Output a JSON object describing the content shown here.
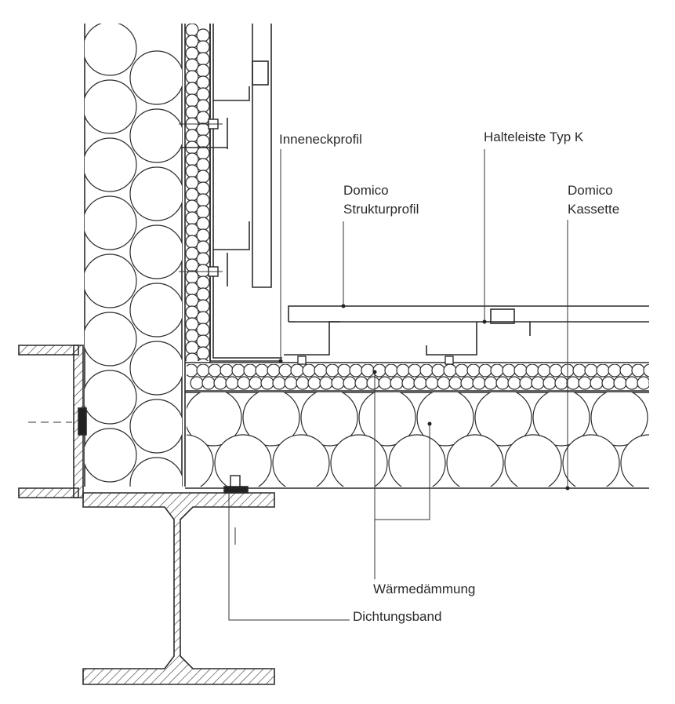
{
  "labels": {
    "inneneckprofil": "Inneneckprofil",
    "halteleiste": "Halteleiste Typ K",
    "strukturprofil_line1": "Domico",
    "strukturprofil_line2": "Strukturprofil",
    "kassette_line1": "Domico",
    "kassette_line2": "Kassette",
    "waermedaemmung": "Wärmedämmung",
    "dichtungsband": "Dichtungsband"
  }
}
